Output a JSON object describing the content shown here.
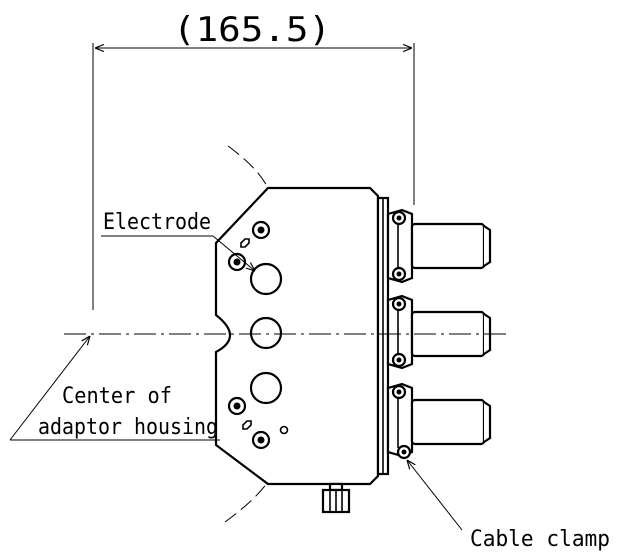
{
  "dimension": {
    "value": "(165.5)"
  },
  "labels": {
    "electrode": "Electrode",
    "center_line1": "Center of",
    "center_line2": "adaptor housing",
    "cable_clamp": "Cable clamp"
  },
  "colors": {
    "ink": "#000000",
    "paper": "#ffffff"
  }
}
